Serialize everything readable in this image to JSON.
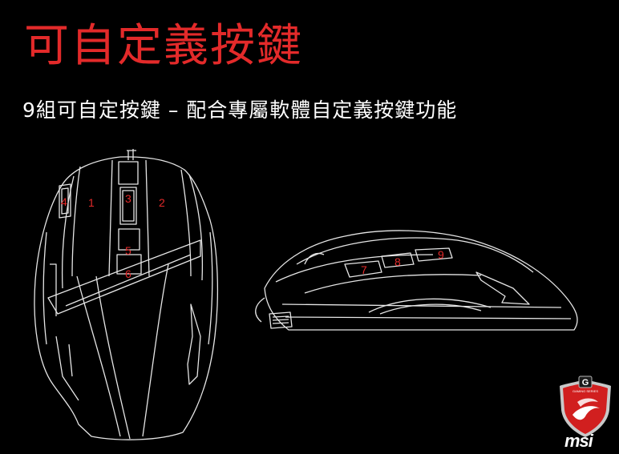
{
  "slide": {
    "title": "可自定義按鍵",
    "subtitle": "9組可自定按鍵 – 配合專屬軟體自定義按鍵功能"
  },
  "button_labels": [
    "1",
    "2",
    "3",
    "4",
    "5",
    "6",
    "7",
    "8",
    "9"
  ],
  "brand": {
    "name": "msi",
    "badge_letter": "G",
    "badge_text": "GAMING SERIES"
  },
  "colors": {
    "background": "#000000",
    "accent": "#e32a2a",
    "line": "#ffffff"
  }
}
